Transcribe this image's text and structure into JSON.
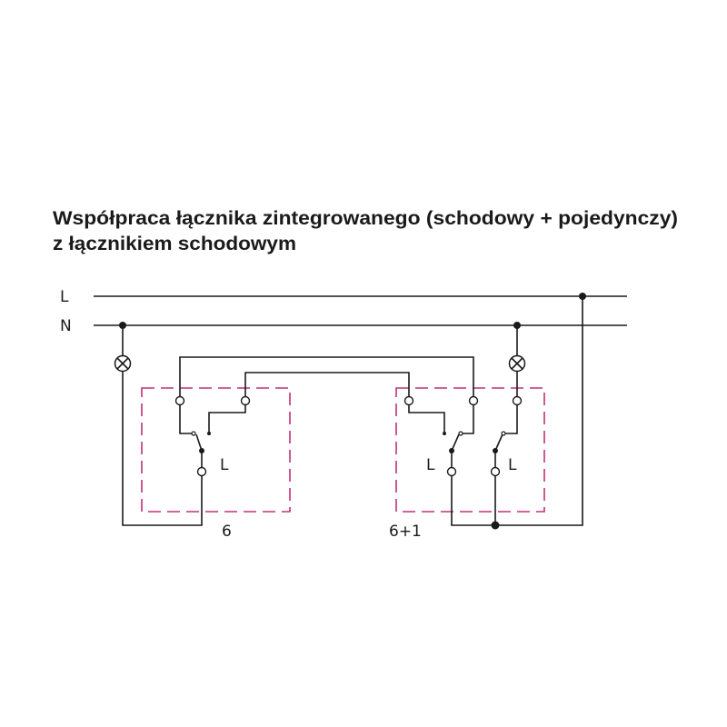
{
  "title": {
    "line1": "Współpraca łącznika zintegrowanego (schodowy + pojedynczy)",
    "line2": "z łącznikiem schodowym"
  },
  "lines": {
    "phase": "L",
    "neutral": "N"
  },
  "switches": [
    {
      "model": "6",
      "labels": [
        "L"
      ]
    },
    {
      "model": "6+1",
      "labels": [
        "L",
        "L"
      ]
    }
  ],
  "colors": {
    "wire": "#1a1a1a",
    "enclosure": "#c0307a"
  }
}
